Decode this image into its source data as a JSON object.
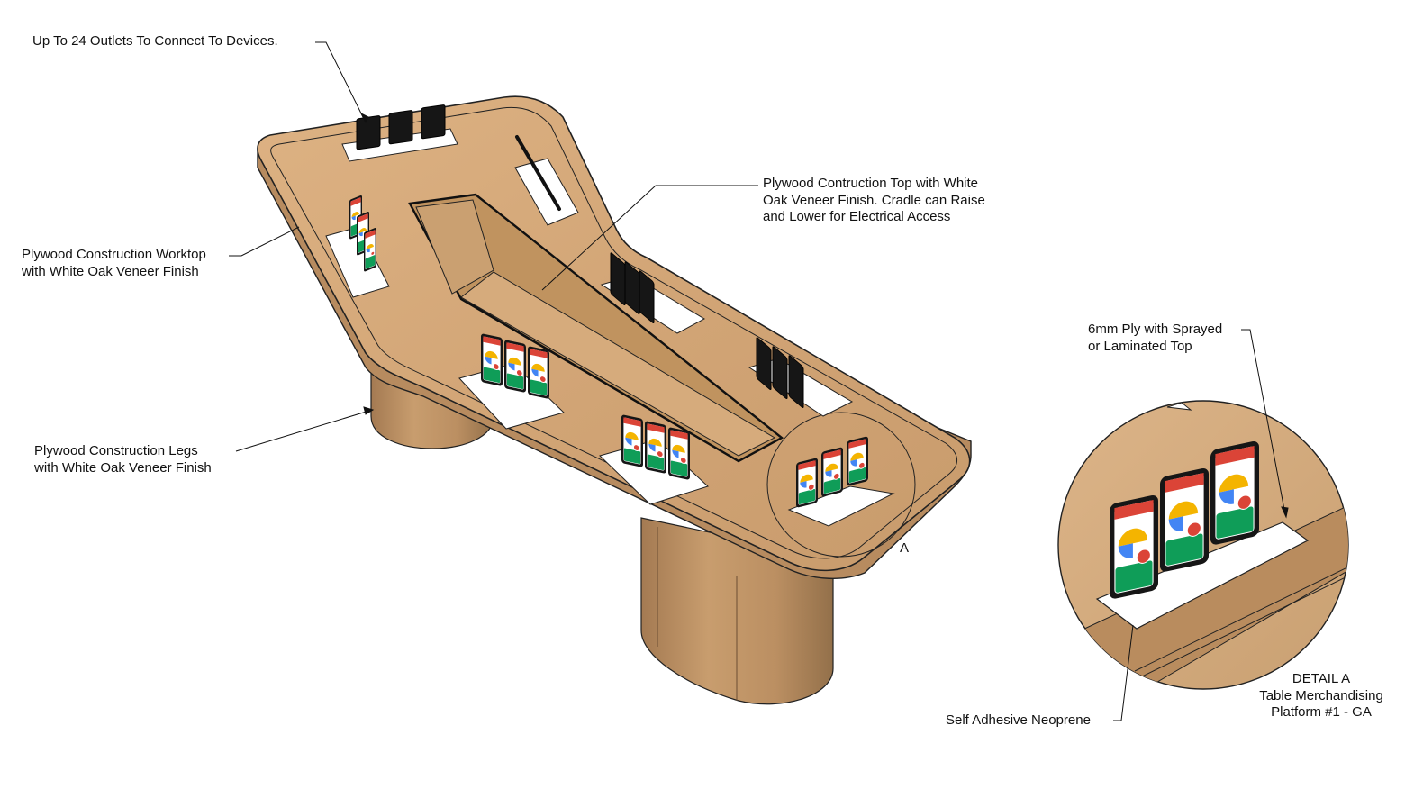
{
  "labels": {
    "outlets": "Up To 24 Outlets To Connect To Devices.",
    "worktop": [
      "Plywood Construction Worktop",
      "with White Oak Veneer Finish"
    ],
    "legs": [
      "Plywood Construction Legs",
      "with White Oak Veneer Finish"
    ],
    "top": [
      "Plywood Contruction Top with White",
      "Oak Veneer Finish. Cradle can Raise",
      "and Lower for Electrical Access"
    ],
    "ply": [
      "6mm Ply with Sprayed",
      "or Laminated Top"
    ],
    "neoprene": "Self Adhesive Neoprene",
    "detail_marker": "A",
    "detail_caption": [
      "DETAIL A",
      "Table Merchandising",
      "Platform #1 - GA"
    ]
  },
  "colors": {
    "wood": "#d1a577",
    "wood_light": "#ddb48a",
    "wood_dark": "#b88a5c",
    "leg": "#bf9466",
    "leg_dark": "#8f6a45",
    "plinth": "#ffffff",
    "device": "#161616",
    "logo_yellow": "#f4b400",
    "logo_red": "#db4437",
    "logo_blue": "#4285f4",
    "logo_green": "#0f9d58"
  }
}
